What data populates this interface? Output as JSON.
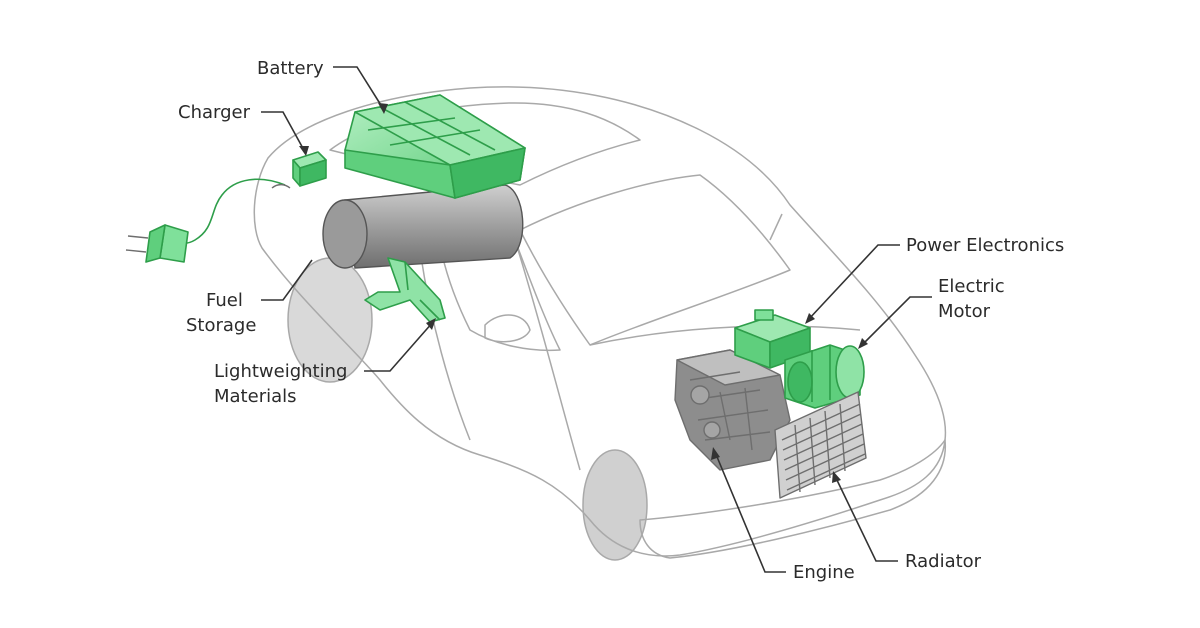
{
  "labels": {
    "battery": "Battery",
    "charger": "Charger",
    "fuel_line1": "Fuel",
    "fuel_line2": "Storage",
    "lightweighting_line1": "Lightweighting",
    "lightweighting_line2": "Materials",
    "power_electronics": "Power Electronics",
    "motor_line1": "Electric",
    "motor_line2": "Motor",
    "engine": "Engine",
    "radiator": "Radiator"
  },
  "colors": {
    "component_green": "#7fe09a",
    "component_green_dark": "#2e9e4a",
    "car_body": "#eeeeee",
    "car_outline": "#a9a9a9",
    "leader_line": "#333333",
    "text": "#2b2b2b"
  }
}
